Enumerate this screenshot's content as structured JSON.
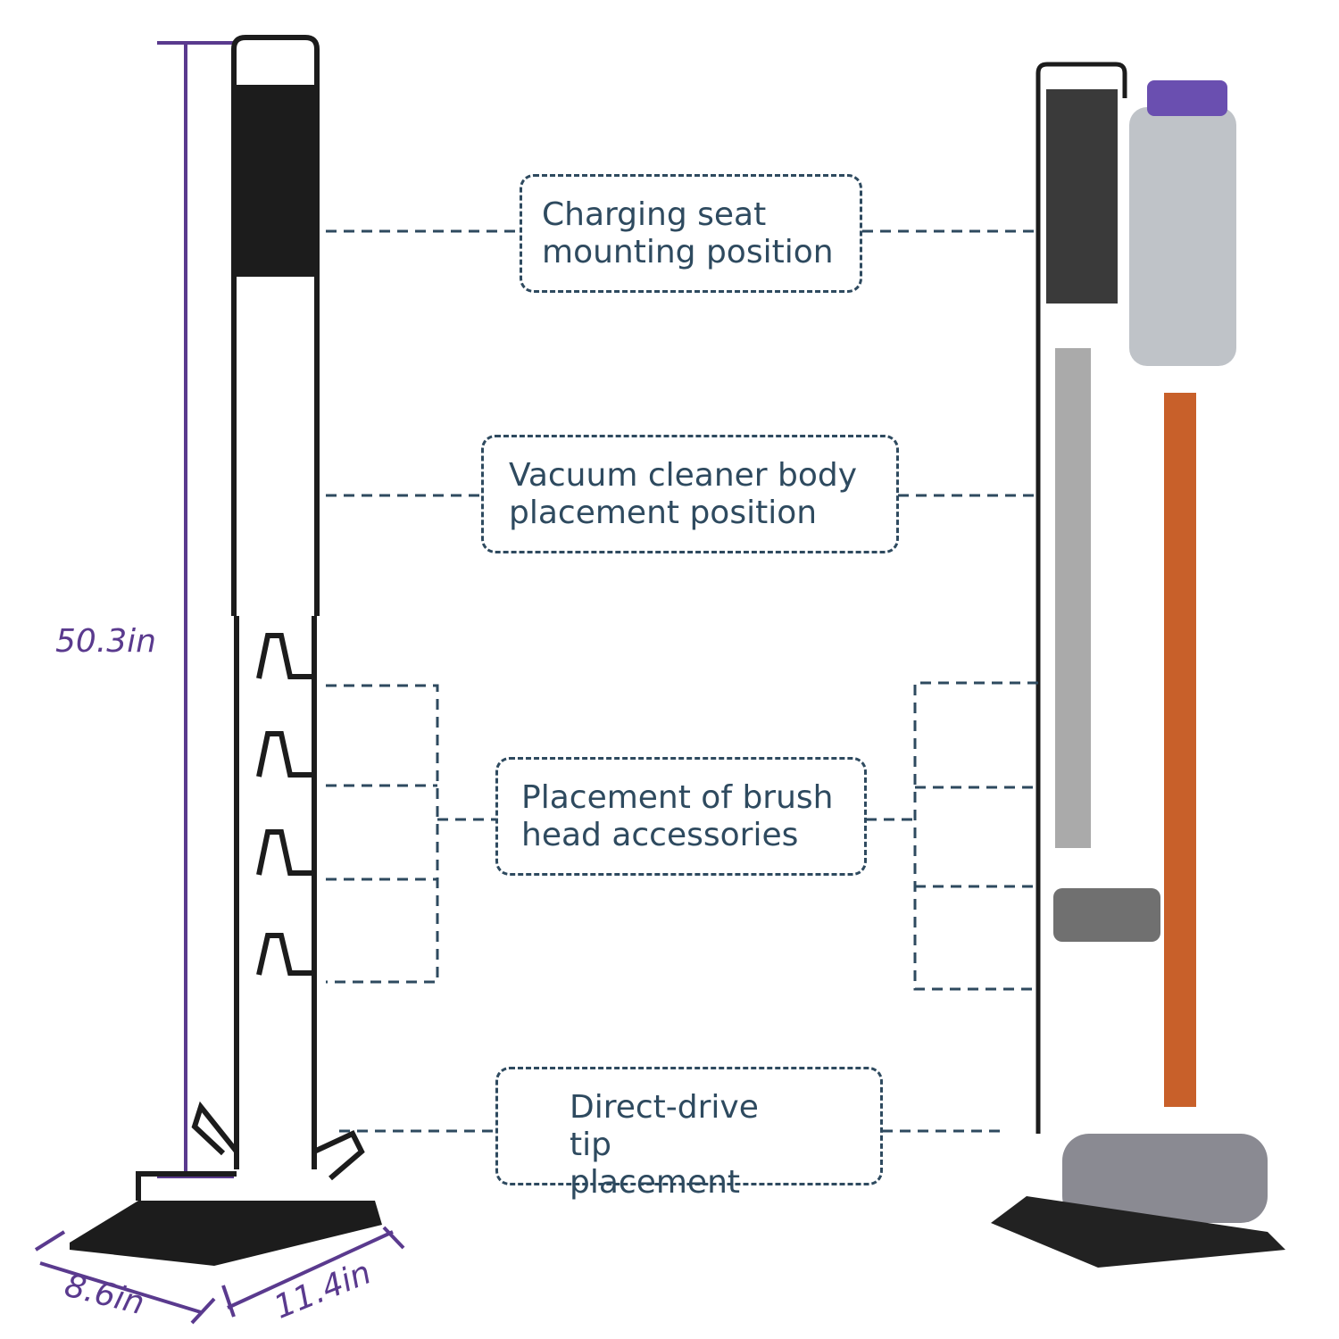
{
  "labels": {
    "charging": {
      "line1": "Charging seat",
      "line2": "mounting position"
    },
    "body": {
      "line1": "Vacuum cleaner body",
      "line2": "placement position"
    },
    "brush": {
      "line1": "Placement of brush",
      "line2": "head accessories"
    },
    "tip": {
      "line1": "Direct-drive tip",
      "line2": "placement"
    }
  },
  "dimensions": {
    "height": "50.3in",
    "depth": "8.6in",
    "width": "11.4in"
  },
  "colors": {
    "label": "#2e4a5f",
    "dimension": "#5a3a8e",
    "stand": "#1c1c1c",
    "wand": "#c8602a",
    "vacuum_purple": "#6a4fb0"
  }
}
